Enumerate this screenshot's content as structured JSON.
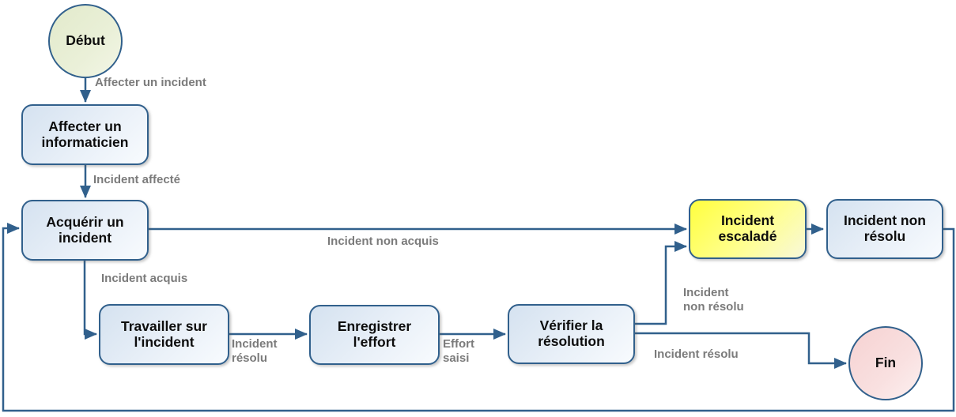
{
  "colors": {
    "line": "#31608c",
    "node_border": "#31608c",
    "node_text": "#0d0d0d",
    "edge_label_text": "#7b7b7b",
    "process_fill": "#dce6f2",
    "highlight_fill": "#ffff3e",
    "start_fill": "#e6edd2",
    "end_fill": "#f7d6d6"
  },
  "nodes": {
    "debut": {
      "label": "Début",
      "type": "start-circle"
    },
    "affecter_informaticien": {
      "label": "Affecter un\ninformaticien",
      "type": "process"
    },
    "acquerir_incident": {
      "label": "Acquérir un\nincident",
      "type": "process"
    },
    "travailler_incident": {
      "label": "Travailler sur\nl'incident",
      "type": "process"
    },
    "enregistrer_effort": {
      "label": "Enregistrer\nl'effort",
      "type": "process"
    },
    "verifier_resolution": {
      "label": "Vérifier la\nrésolution",
      "type": "process"
    },
    "incident_escalade": {
      "label": "Incident\nescaladé",
      "type": "process-highlighted"
    },
    "incident_non_resolu": {
      "label": "Incident non\nrésolu",
      "type": "process"
    },
    "fin": {
      "label": "Fin",
      "type": "end-circle"
    }
  },
  "edge_labels": {
    "affecter_un_incident": "Affecter un incident",
    "incident_affecte": "Incident affecté",
    "incident_non_acquis": "Incident non acquis",
    "incident_acquis": "Incident acquis",
    "incident_resolu_travail": "Incident\nrésolu",
    "effort_saisi": "Effort\nsaisi",
    "incident_non_resolu_verif": "Incident\nnon résolu",
    "incident_resolu_fin": "Incident résolu"
  }
}
